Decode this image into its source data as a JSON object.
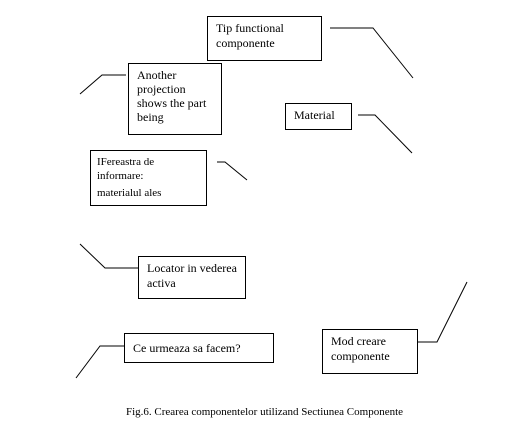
{
  "callouts": {
    "tip_functional": "Tip functional componente",
    "another_projection": "Another projection shows the part being",
    "material": "Material",
    "fereastra_informare_1": "IFereastra de informare:",
    "fereastra_informare_2": "materialul ales",
    "locator": "Locator in vederea activa",
    "ce_urmeaza": "Ce urmeaza sa facem?",
    "mod_creare": "Mod creare componente"
  },
  "caption": "Fig.6. Crearea componentelor utilizand Sectiunea Componente"
}
